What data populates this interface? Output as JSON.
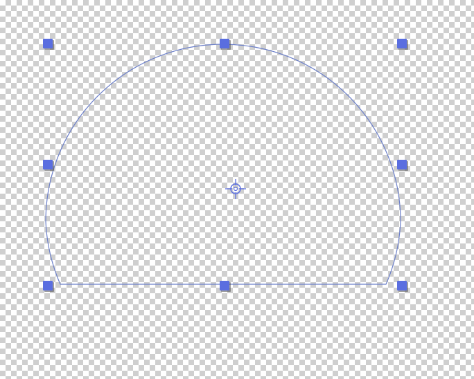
{
  "canvas": {
    "background": "checkerboard-transparency",
    "checker_color_light": "#ffffff",
    "checker_color_dark": "#cfcfcf"
  },
  "shape": {
    "kind": "semicircle-segment",
    "stroke_color": "#6b7fc9",
    "fill": "none",
    "selected": true
  },
  "handles": {
    "color": "#5a6ee0",
    "items": [
      "top-left",
      "top-center",
      "top-right",
      "middle-left",
      "middle-right",
      "bottom-left",
      "bottom-center",
      "bottom-right"
    ]
  },
  "center_marker": {
    "icon": "crosshair-target-icon",
    "color": "#5a6ee0"
  }
}
